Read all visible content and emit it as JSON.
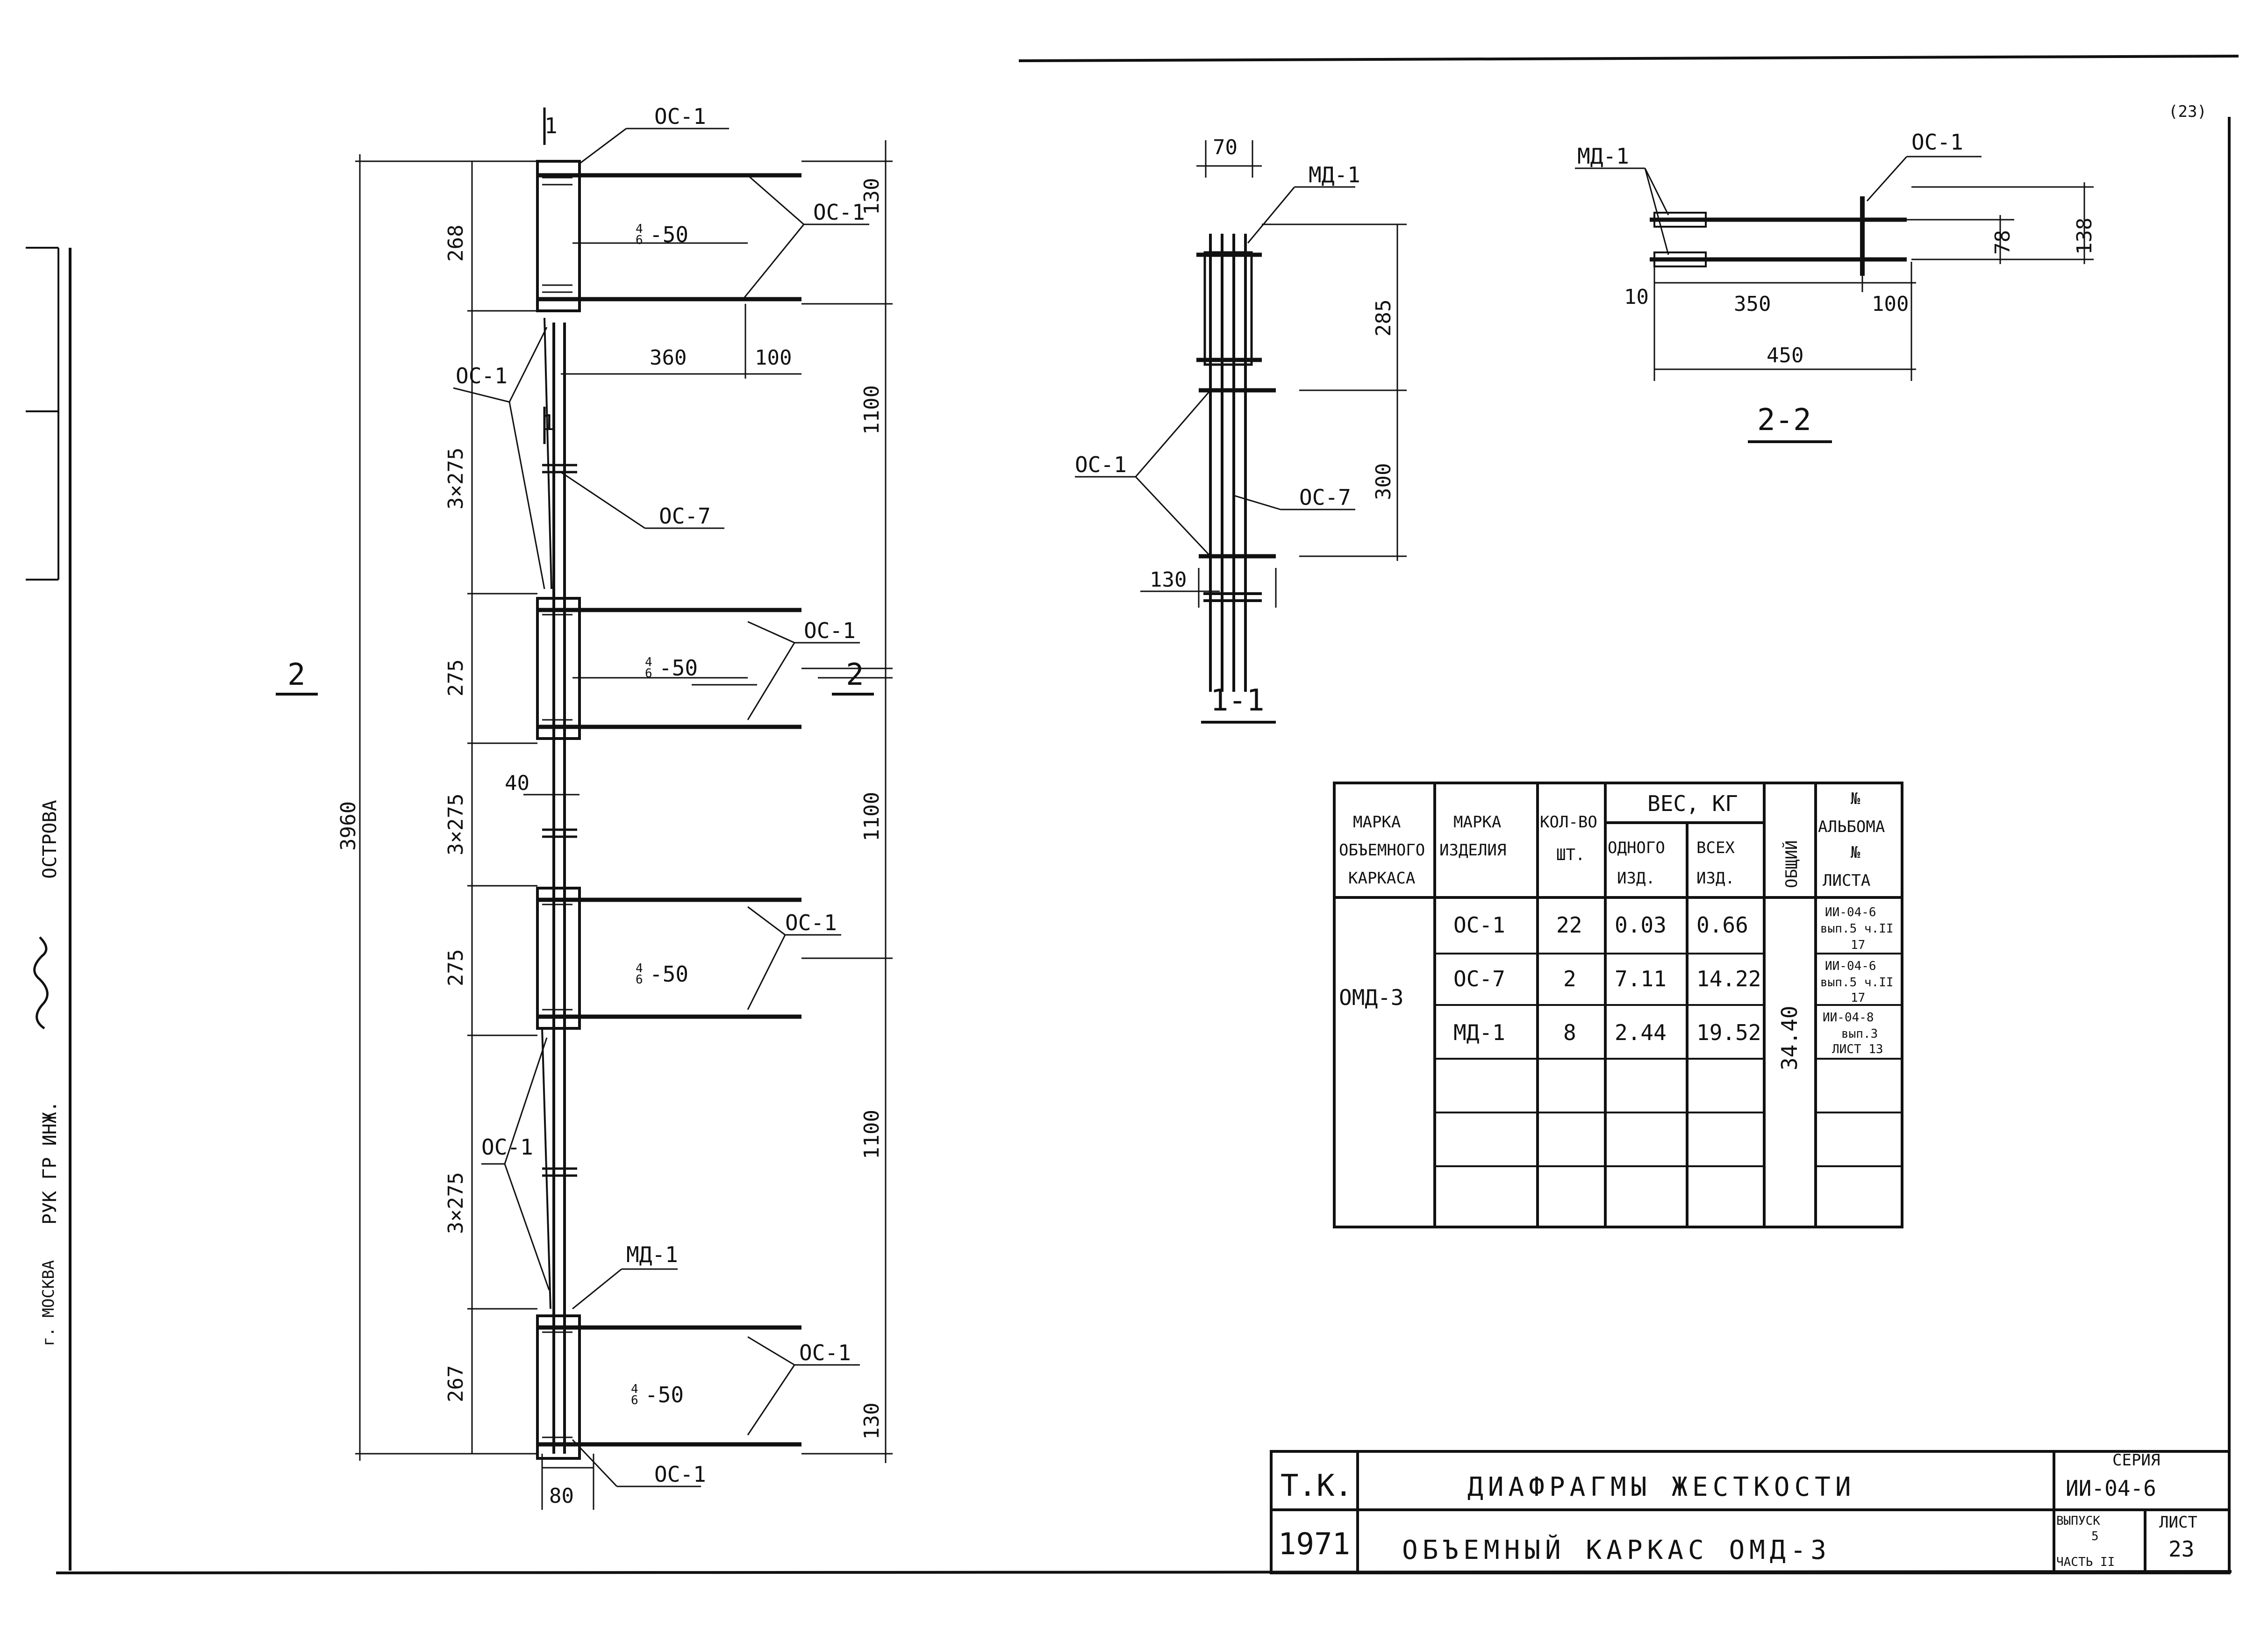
{
  "labels": {
    "os1": "ОС-1",
    "os7": "ОС-7",
    "md1": "МД-1",
    "weld": "-50",
    "weld_frac_top": "4",
    "weld_frac_bot": "6",
    "sec11": "1-1",
    "sec22": "2-2",
    "cut1": "1",
    "cut2": "2",
    "stamp": "(23)"
  },
  "dims": {
    "d268": "268",
    "d3x275": "3×275",
    "d275": "275",
    "d267": "267",
    "d3960": "3960",
    "d130": "130",
    "d1100": "1100",
    "d360": "360",
    "d100": "100",
    "d40": "40",
    "d80": "80",
    "d70": "70",
    "d285": "285",
    "d300": "300",
    "d10": "10",
    "d350": "350",
    "d450": "450",
    "d78": "78",
    "d138": "138"
  },
  "table": {
    "h_marka_karkas": [
      "МАРКА",
      "ОБЪЕМНОГО",
      "КАРКАСА"
    ],
    "h_marka_izd": [
      "МАРКА",
      "ИЗДЕЛИЯ"
    ],
    "h_kol": [
      "КОЛ-ВО",
      "ШТ."
    ],
    "h_ves": "ВЕС, КГ",
    "h_odnogo": [
      "ОДНОГО",
      "ИЗД."
    ],
    "h_vseh": [
      "ВСЕХ",
      "ИЗД."
    ],
    "h_obsh": "ОБЩИЙ",
    "h_albom": [
      "№",
      "АЛЬБОМА",
      "№",
      "ЛИСТА"
    ],
    "karkas": "ОМД-3",
    "total": "34.40",
    "rows": [
      {
        "mark": "ОС-1",
        "qty": "22",
        "one": "0.03",
        "all": "0.66",
        "ref": [
          "ИИ-04-6",
          "вып.5 ч.II",
          "17"
        ]
      },
      {
        "mark": "ОС-7",
        "qty": "2",
        "one": "7.11",
        "all": "14.22",
        "ref": [
          "ИИ-04-6",
          "вып.5 ч.II",
          "17"
        ]
      },
      {
        "mark": "МД-1",
        "qty": "8",
        "one": "2.44",
        "all": "19.52",
        "ref": [
          "ИИ-04-8",
          "вып.3",
          "ЛИСТ 13"
        ]
      }
    ]
  },
  "title_block": {
    "tk": "Т.К.",
    "year": "1971",
    "title1": "ДИАФРАГМЫ ЖЕСТКОСТИ",
    "title2": "ОБЪЕМНЫЙ КАРКАС ОМД-3",
    "seria_label": "СЕРИЯ",
    "seria": "ИИ-04-6",
    "vypusk_label": "ВЫПУСК",
    "vypusk": "5",
    "chast": "ЧАСТЬ II",
    "list_label": "ЛИСТ",
    "list": "23"
  },
  "side_stamp": {
    "ostrova": "ОСТРОВА",
    "ruk": "РУК ГР ИНЖ.",
    "city": "г. МОСКВА"
  }
}
